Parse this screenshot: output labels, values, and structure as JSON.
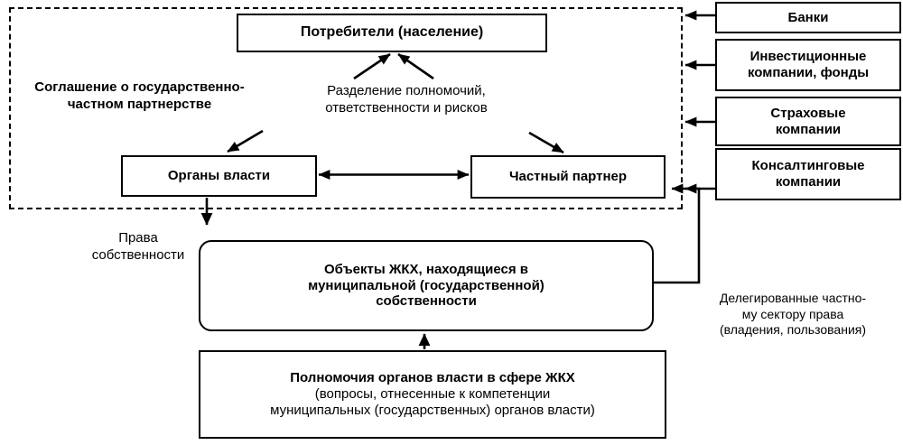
{
  "diagram": {
    "title_region_label": "Соглашение о государственно-\nчастном партнерстве",
    "dashed_zone_name": "ppp-agreement-zone",
    "boxes": {
      "consumers": "Потребители (население)",
      "authorities": "Органы власти",
      "private_partner": "Частный партнер",
      "utility_objects_line1": "Объекты ЖКХ, находящиеся в",
      "utility_objects_line2": "муниципальной (государственной)",
      "utility_objects_line3": "собственности",
      "powers_title": "Полномочия органов власти в сфере ЖКХ",
      "powers_sub_line1": "(вопросы, отнесенные к компетенции",
      "powers_sub_line2": "муниципальных (государственных) органов власти)"
    },
    "right_column": [
      {
        "label": "Банки"
      },
      {
        "label": "Инвестиционные\nкомпании, фонды"
      },
      {
        "label": "Страховые\nкомпании"
      },
      {
        "label": "Консалтинговые\nкомпании"
      }
    ],
    "annotations": {
      "split_of_powers": "Разделение полномочий,\nответственности и рисков",
      "ownership_rights": "Права\nсобственности",
      "delegated_rights": "Делегированные частно-\nму сектору права\n(владения, пользования)"
    },
    "colors": {
      "stroke": "#000000",
      "background": "#ffffff"
    }
  }
}
